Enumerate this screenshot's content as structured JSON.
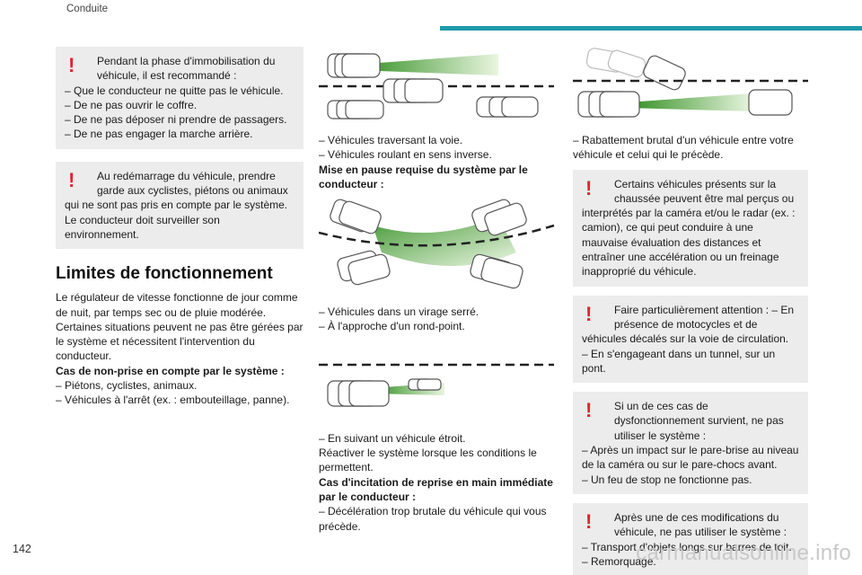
{
  "header": {
    "section": "Conduite",
    "page_number": "142"
  },
  "watermark": "carmanualsonline.info",
  "col1": {
    "warn1": {
      "first_line": "Pendant la phase d'immobilisation du véhicule, il est recommandé :",
      "lines": [
        "– Que le conducteur ne quitte pas le véhicule.",
        "– De ne pas ouvrir le coffre.",
        "– De ne pas déposer ni prendre de passagers.",
        "– De ne pas engager la marche arrière."
      ]
    },
    "warn2": {
      "first_line": "Au redémarrage du véhicule, prendre garde aux cyclistes, piétons ou animaux",
      "lines": [
        "qui ne sont pas pris en compte par le système.",
        "Le conducteur doit surveiller son environnement."
      ]
    },
    "heading": "Limites de fonctionnement",
    "para1": "Le régulateur de vitesse fonctionne de jour comme de nuit, par temps sec ou de pluie modérée.",
    "para2": "Certaines situations peuvent ne pas être gérées par le système et nécessitent l'intervention du conducteur.",
    "bold1": "Cas de non-prise en compte par le système :",
    "list1": [
      "– Piétons, cyclistes, animaux.",
      "– Véhicules à l'arrêt (ex. : embouteillage, panne)."
    ]
  },
  "col2": {
    "list1": [
      "– Véhicules traversant la voie.",
      "– Véhicules roulant en sens inverse."
    ],
    "bold1": "Mise en pause requise du système par le conducteur :",
    "list2": [
      "– Véhicules dans un virage serré.",
      "– À l'approche d'un rond-point."
    ],
    "list3": [
      "– En suivant un véhicule étroit."
    ],
    "para1": "Réactiver le système lorsque les conditions le permettent.",
    "bold2": "Cas d'incitation de reprise en main immédiate par le conducteur :",
    "list4": [
      "– Décélération trop brutale du véhicule qui vous précède."
    ]
  },
  "col3": {
    "list1": [
      "– Rabattement brutal d'un véhicule entre votre véhicule et celui qui le précède."
    ],
    "warn1": {
      "first_line": "Certains véhicules présents sur la chaussée peuvent être mal perçus ou",
      "lines": [
        "interprétés par la caméra et/ou le radar (ex. : camion), ce qui peut conduire à une mauvaise évaluation des distances et entraîner une accélération ou un freinage inapproprié du véhicule."
      ]
    },
    "warn2": {
      "first_line": "Faire particulièrement attention : – En présence de motocycles et de",
      "lines": [
        "véhicules décalés sur la voie de circulation.",
        "– En s'engageant dans un tunnel, sur un pont."
      ]
    },
    "warn3": {
      "first_line": "Si un de ces cas de dysfonctionnement survient, ne pas utiliser le système :",
      "lines": [
        "– Après un impact sur le pare-brise au niveau de la caméra ou sur le pare-chocs avant.",
        "– Un feu de stop ne fonctionne pas."
      ]
    },
    "warn4": {
      "first_line": "Après une de ces modifications du véhicule, ne pas utiliser le système :",
      "lines": [
        "– Transport d'objets longs sur barres de toit.",
        "– Remorquage."
      ]
    }
  },
  "icons": {
    "warning": "exclamation-warning-icon"
  },
  "colors": {
    "accent": "#1d9aa8",
    "warning": "#e0232f",
    "box": "#ececec",
    "beam": "#5fb832"
  }
}
